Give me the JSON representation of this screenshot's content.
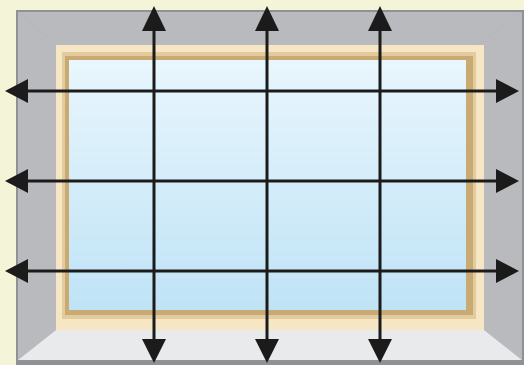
{
  "diagram": {
    "subject": "window-frame-with-measurement-arrows",
    "colors": {
      "page_background": "#f4f4d8",
      "wall_dark": "#8f9196",
      "wall_mid": "#b9babe",
      "wall_light": "#d5d6d9",
      "sill": "#e9eaec",
      "frame_outer": "#f7e6c4",
      "frame_mid": "#e2cb9f",
      "frame_inner": "#c9aa72",
      "glass_top": "#e9f6fd",
      "glass_bottom": "#bfe3f6",
      "arrow": "#1b1b1b"
    },
    "horizontal_arrows": [
      {
        "name": "horizontal-arrow-top",
        "direction": "double-headed"
      },
      {
        "name": "horizontal-arrow-middle",
        "direction": "double-headed"
      },
      {
        "name": "horizontal-arrow-bottom",
        "direction": "double-headed"
      }
    ],
    "vertical_arrows": [
      {
        "name": "vertical-arrow-left",
        "direction": "double-headed"
      },
      {
        "name": "vertical-arrow-center",
        "direction": "double-headed"
      },
      {
        "name": "vertical-arrow-right",
        "direction": "double-headed"
      }
    ]
  }
}
